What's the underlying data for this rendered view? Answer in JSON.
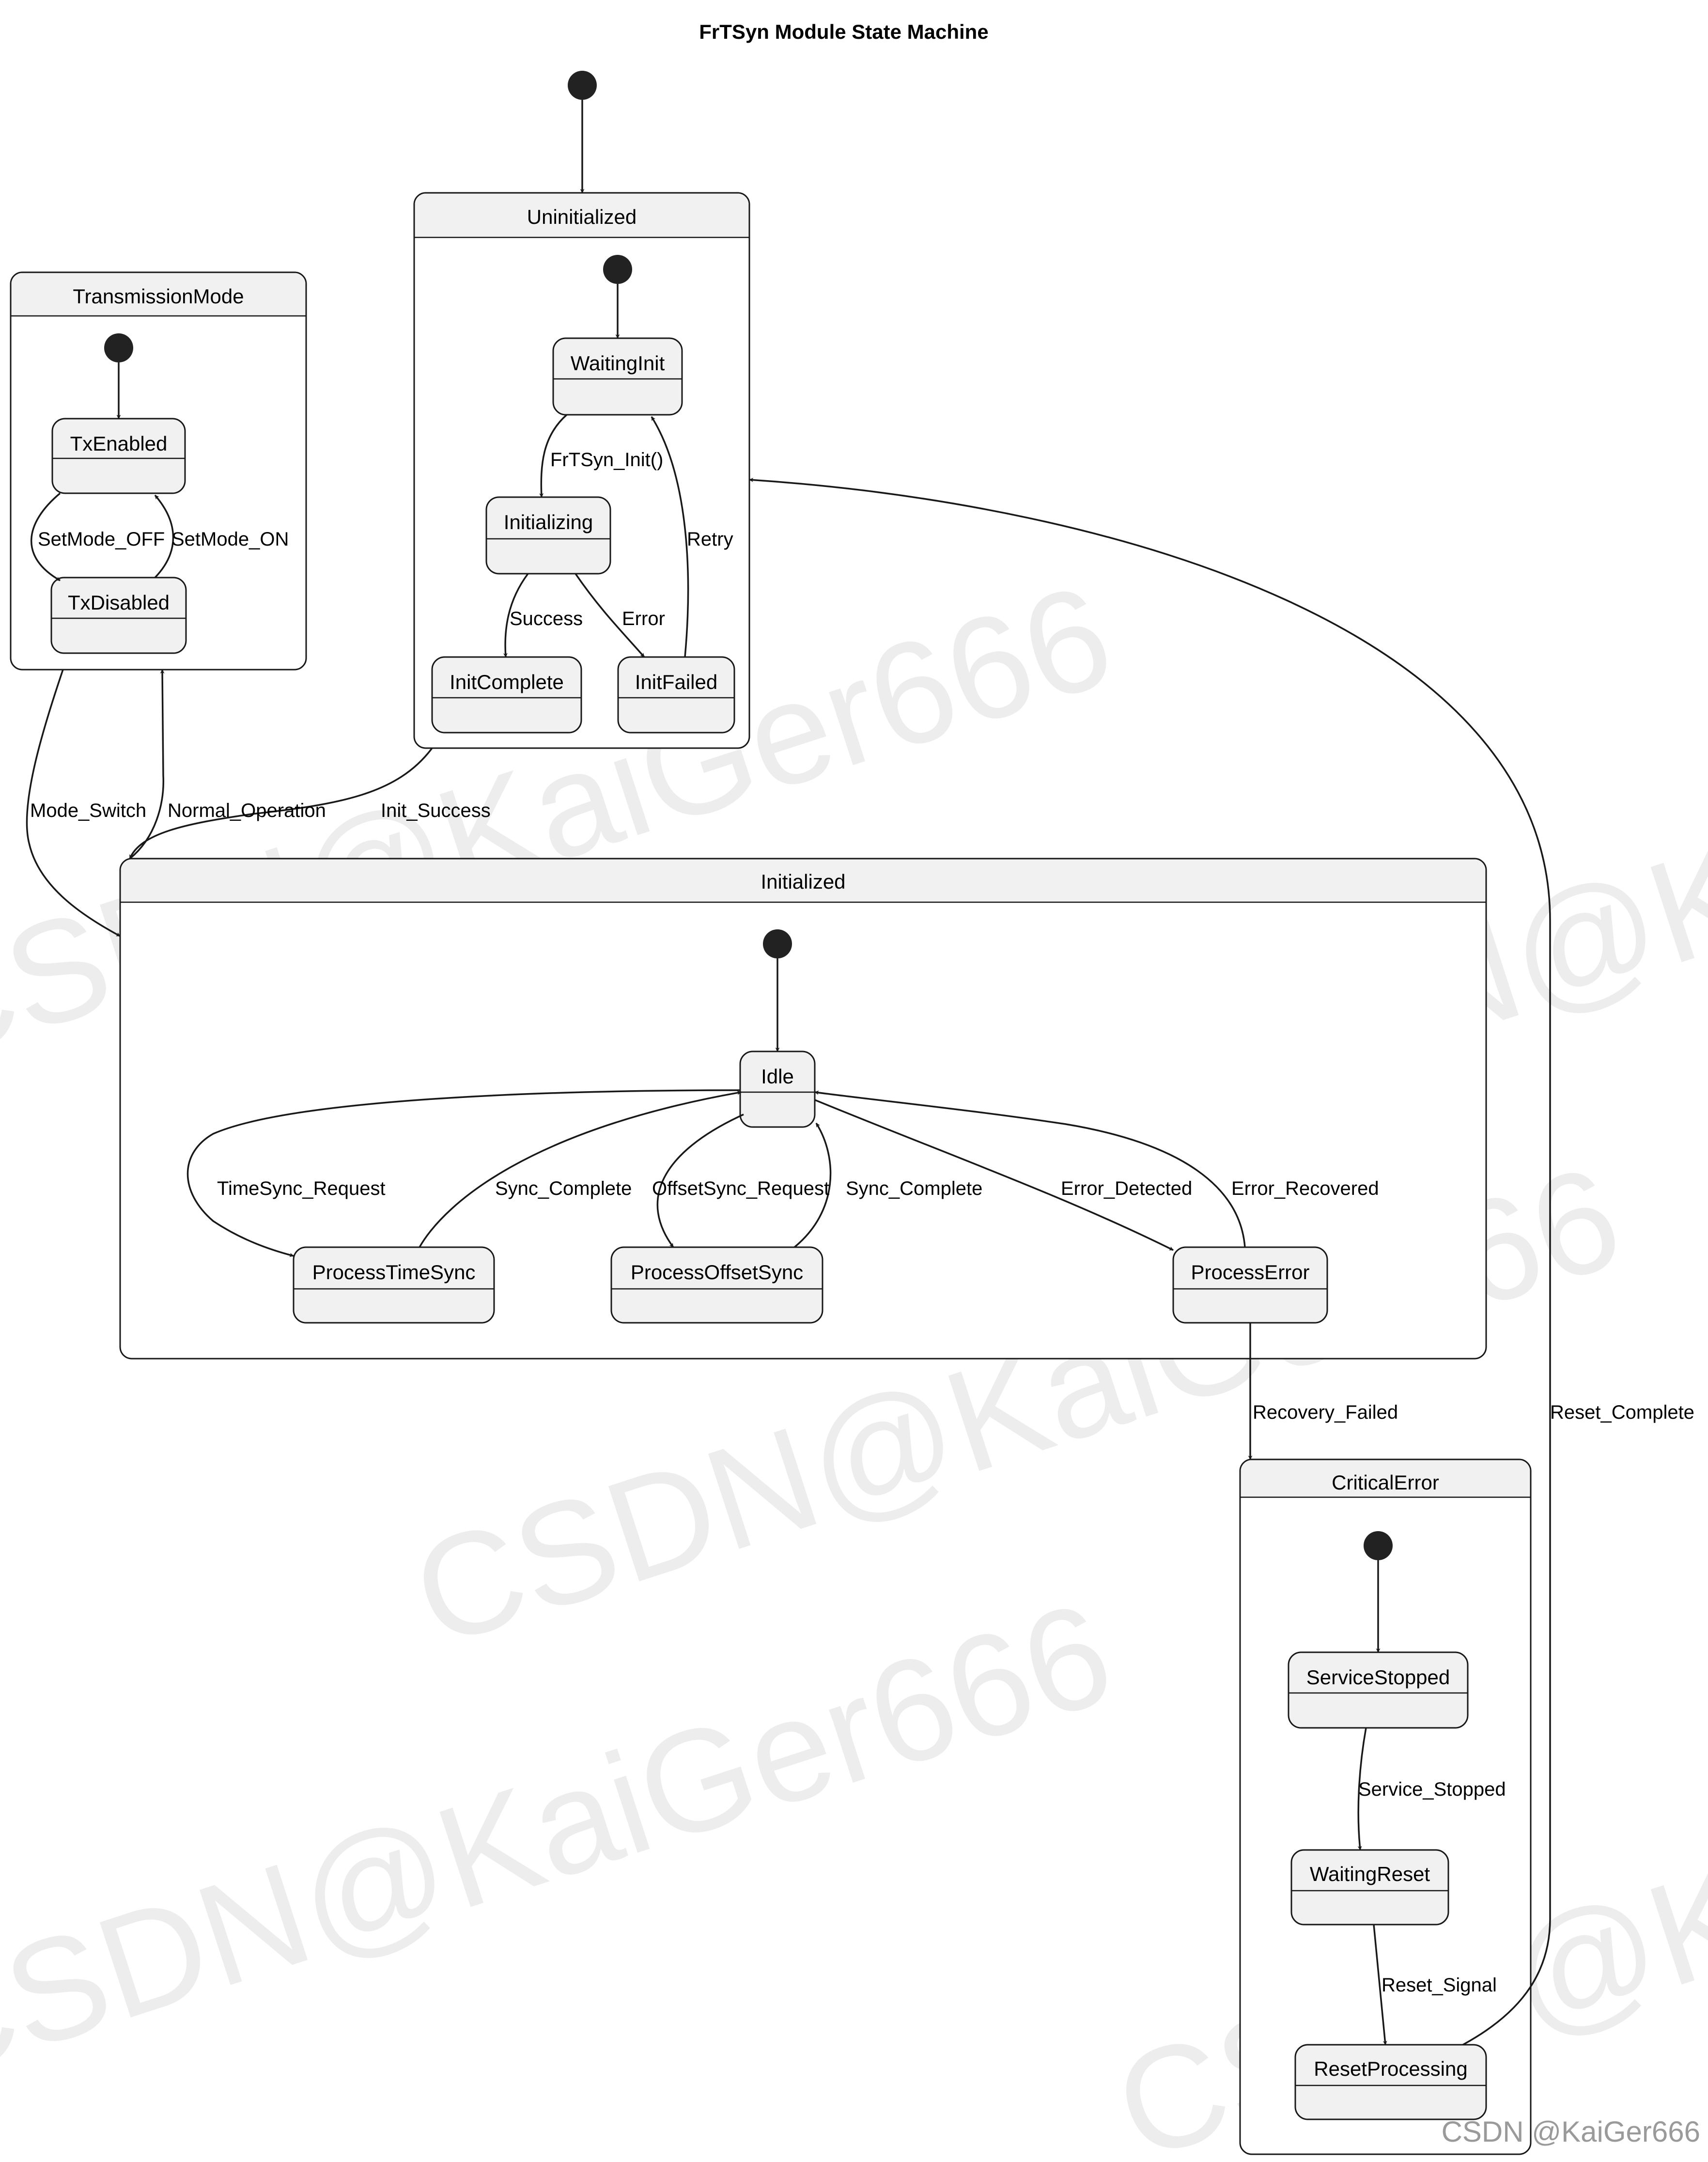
{
  "title": "FrTSyn Module State Machine",
  "watermark": "CSDN @KaiGer666",
  "watermark_bg": "CSDN@KaiGer666",
  "composites": {
    "transmission_mode": "TransmissionMode",
    "uninitialized": "Uninitialized",
    "initialized": "Initialized",
    "critical_error": "CriticalError"
  },
  "states": {
    "tx_enabled": "TxEnabled",
    "tx_disabled": "TxDisabled",
    "waiting_init": "WaitingInit",
    "initializing": "Initializing",
    "init_complete": "InitComplete",
    "init_failed": "InitFailed",
    "idle": "Idle",
    "process_time_sync": "ProcessTimeSync",
    "process_offset_sync": "ProcessOffsetSync",
    "process_error": "ProcessError",
    "service_stopped": "ServiceStopped",
    "waiting_reset": "WaitingReset",
    "reset_processing": "ResetProcessing"
  },
  "transitions": {
    "set_mode_off": "SetMode_OFF",
    "set_mode_on": "SetMode_ON",
    "frtsyn_init": "FrTSyn_Init()",
    "retry": "Retry",
    "success": "Success",
    "error": "Error",
    "mode_switch": "Mode_Switch",
    "normal_operation": "Normal_Operation",
    "init_success": "Init_Success",
    "time_sync_request": "TimeSync_Request",
    "sync_complete_1": "Sync_Complete",
    "offset_sync_request": "OffsetSync_Request",
    "sync_complete_2": "Sync_Complete",
    "error_detected": "Error_Detected",
    "error_recovered": "Error_Recovered",
    "recovery_failed": "Recovery_Failed",
    "reset_complete": "Reset_Complete",
    "service_stopped": "Service_Stopped",
    "reset_signal": "Reset_Signal"
  },
  "colors": {
    "box_fill": "#f1f1f1",
    "stroke": "#181818",
    "initial_dot": "#222222"
  }
}
